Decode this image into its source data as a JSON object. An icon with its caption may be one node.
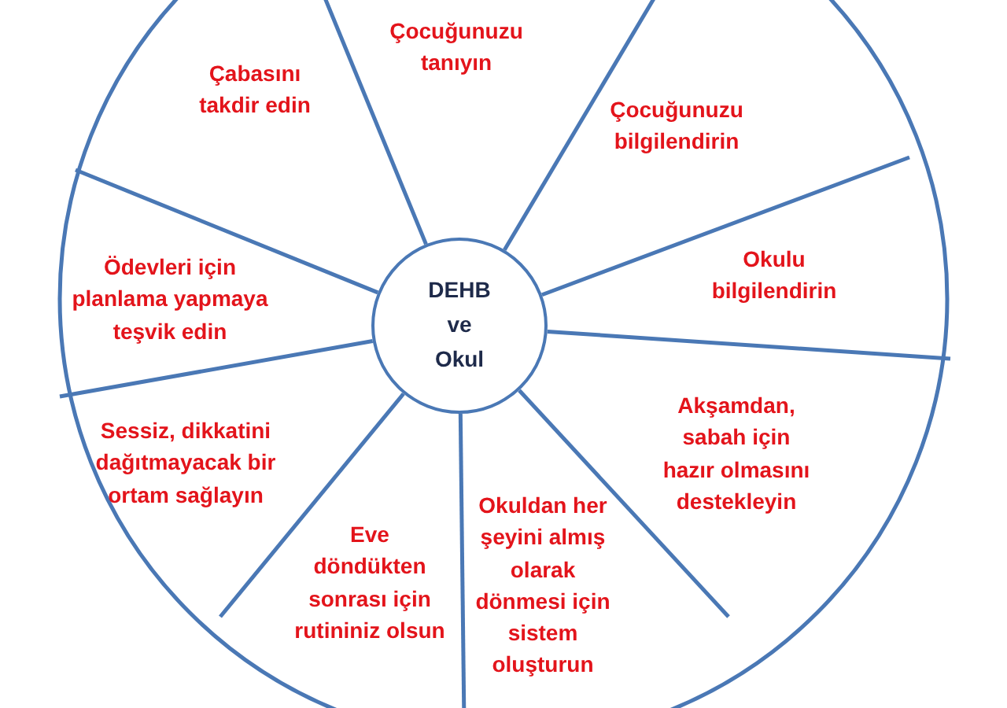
{
  "diagram": {
    "nodes": [
      {
        "text": [
          "DEHB ve Okul"
        ]
      },
      {
        "text": [
          "Çocuğunuzu tanıyın"
        ]
      },
      {
        "text": [
          "Çocuğunuzu bilgilendirin"
        ]
      },
      {
        "text": [
          "Okulu bilgilendirin"
        ]
      },
      {
        "text": [
          "Akşamdan, sabah için hazır olmasını destekleyin"
        ]
      },
      {
        "text": [
          "Okuldan her şeyini almış olarak dönmesi için sistem oluşturun"
        ]
      },
      {
        "text": [
          "Eve döndükten sonrası için rutininiz olsun"
        ]
      },
      {
        "text": [
          "Sessiz, dikkatini dağıtmayacak bir ortam sağlayın"
        ]
      },
      {
        "text": [
          "Ödevleri için planlama yapmaya teşvik edin"
        ]
      },
      {
        "text": [
          "Çabasını takdir edin"
        ]
      }
    ]
  }
}
